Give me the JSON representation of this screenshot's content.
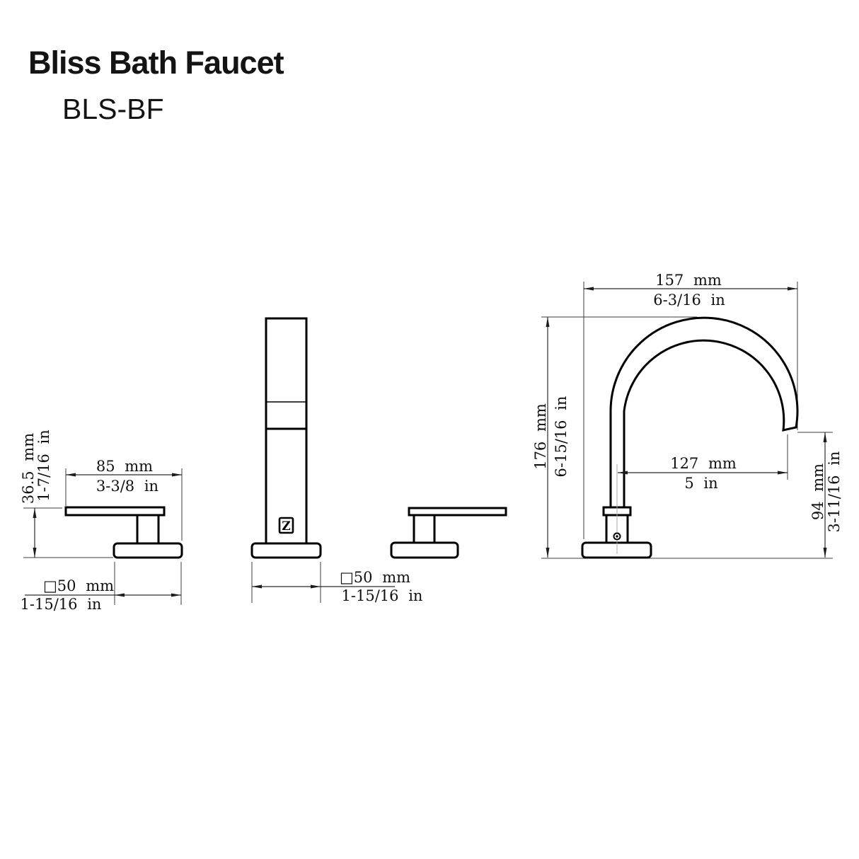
{
  "title": "Bliss Bath Faucet",
  "model": "BLS-BF",
  "brand_logo": "Z",
  "dims": {
    "handle_height_mm": "36.5 mm",
    "handle_height_in": "1-7/16 in",
    "handle_length_mm": "85 mm",
    "handle_length_in": "3-3/8 in",
    "handle_base_mm": "□50 mm",
    "handle_base_in": "1-15/16 in",
    "spout_base_mm": "□50 mm",
    "spout_base_in": "1-15/16 in",
    "overall_width_mm": "157 mm",
    "overall_width_in": "6-3/16 in",
    "overall_height_mm": "176 mm",
    "overall_height_in": "6-15/16 in",
    "spout_reach_mm": "127 mm",
    "spout_reach_in": "5 in",
    "outlet_height_mm": "94 mm",
    "outlet_height_in": "3-11/16 in"
  },
  "colors": {
    "background": "#ffffff",
    "part_outline": "#000000",
    "dimension_line": "#2b2b2b",
    "center_line": "#a9a9a9"
  }
}
